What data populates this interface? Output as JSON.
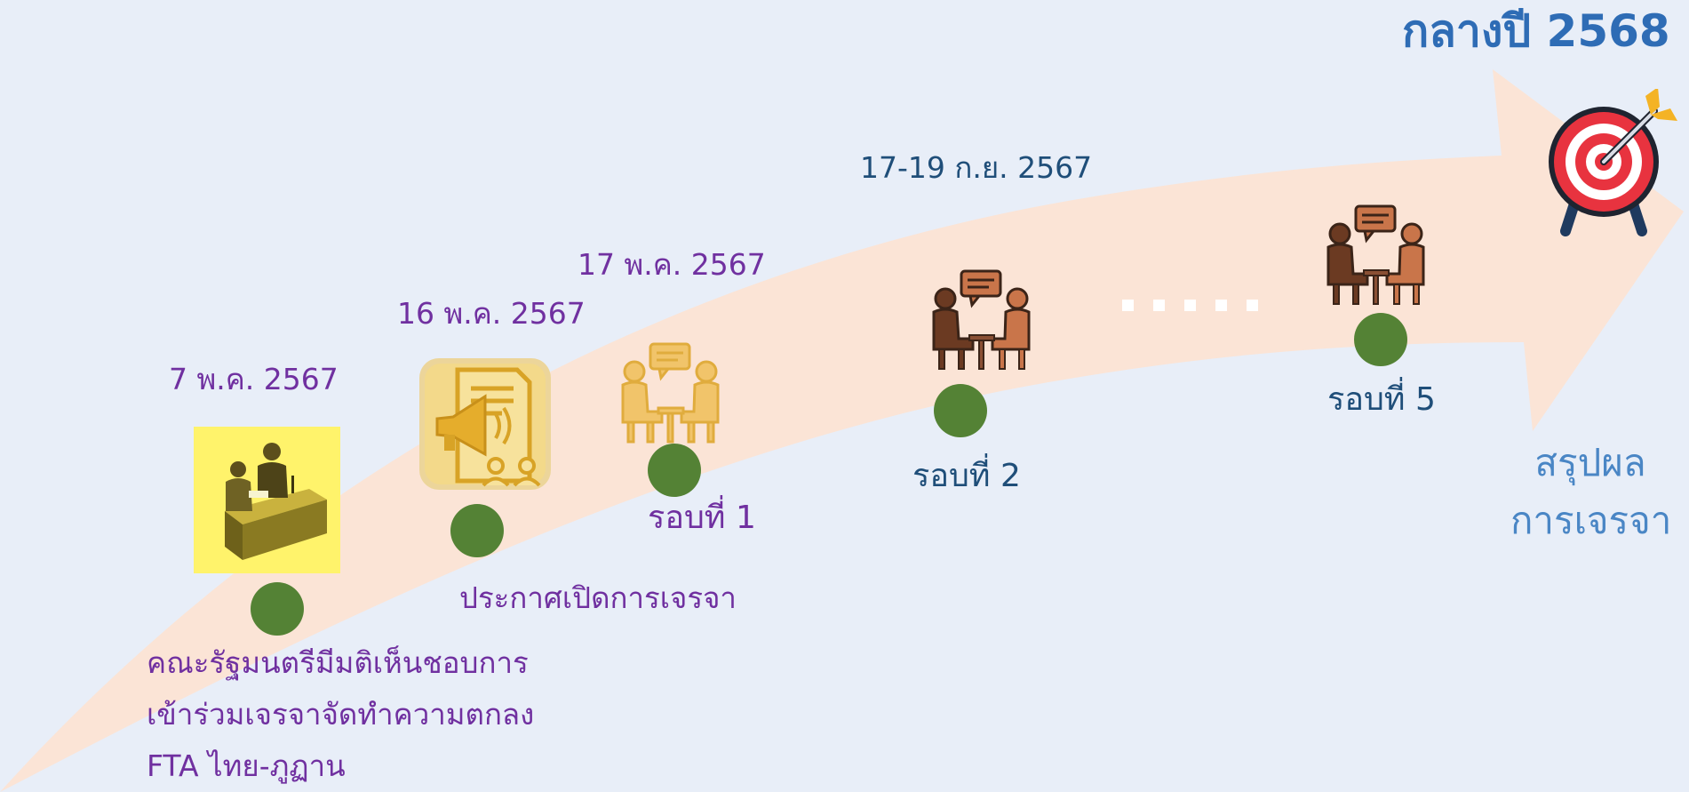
{
  "colors": {
    "background": "#e8eef8",
    "arrow": "#fbe4d6",
    "milestone_dot": "#548235",
    "purple_text": "#7030a0",
    "navy_text": "#1f4e79",
    "title_blue": "#2e6cb5",
    "summary_blue": "#4a86c5"
  },
  "milestone": {
    "title": "กลางปี 2568"
  },
  "summary": {
    "line1": "สรุปผล",
    "line2": "การเจรจา"
  },
  "events": [
    {
      "date": "7 พ.ค. 2567",
      "icon": "cabinet-meeting-icon",
      "lines": [
        "คณะรัฐมนตรีมีมติเห็นชอบการ",
        "เข้าร่วมเจรจาจัดทำความตกลง",
        "FTA ไทย-ภูฏาน"
      ]
    },
    {
      "date": "16 พ.ค. 2567",
      "icon": "announcement-megaphone-icon",
      "label": "ประกาศเปิดการเจรจา"
    },
    {
      "date": "17 พ.ค. 2567",
      "icon": "negotiation-meeting-icon",
      "label": "รอบที่ 1"
    },
    {
      "date": "17-19 ก.ย. 2567",
      "icon": "negotiation-meeting-icon",
      "label": "รอบที่ 2"
    },
    {
      "date": "",
      "icon": "negotiation-meeting-icon",
      "label": "รอบที่ 5"
    }
  ],
  "target_icon": "target-dart-icon"
}
